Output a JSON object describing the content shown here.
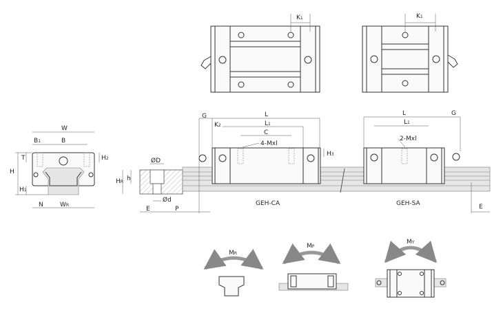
{
  "labels": {
    "K1a": {
      "m": "K",
      "s": "1"
    },
    "K1b": {
      "m": "K",
      "s": "1"
    },
    "W": "W",
    "B1": {
      "m": "B",
      "s": "1"
    },
    "B": "B",
    "T": "T",
    "H2": {
      "m": "H",
      "s": "2"
    },
    "H": "H",
    "H1": {
      "m": "H",
      "s": "1"
    },
    "N": "N",
    "WR": {
      "m": "W",
      "s": "R"
    },
    "OD": "ØD",
    "h": "h",
    "HR": {
      "m": "H",
      "s": "R"
    },
    "Od": "Ød",
    "E1": "E",
    "P": "P",
    "G1": "G",
    "L_ca": "L",
    "K2": {
      "m": "K",
      "s": "2"
    },
    "L1_ca": {
      "m": "L",
      "s": "1"
    },
    "C": "C",
    "mxl4": "4-Mxl",
    "H3": {
      "m": "H",
      "s": "3"
    },
    "L_sa": "L",
    "G2": "G",
    "L1_sa": {
      "m": "L",
      "s": "1"
    },
    "mxl2": "2-Mxl",
    "E2": "E"
  },
  "models": {
    "ca": "GEH-CA",
    "sa": "GEH-SA"
  },
  "moments": {
    "mr": {
      "m": "M",
      "s": "R"
    },
    "mp": {
      "m": "M",
      "s": "P"
    },
    "my": {
      "m": "M",
      "s": "Y"
    }
  }
}
